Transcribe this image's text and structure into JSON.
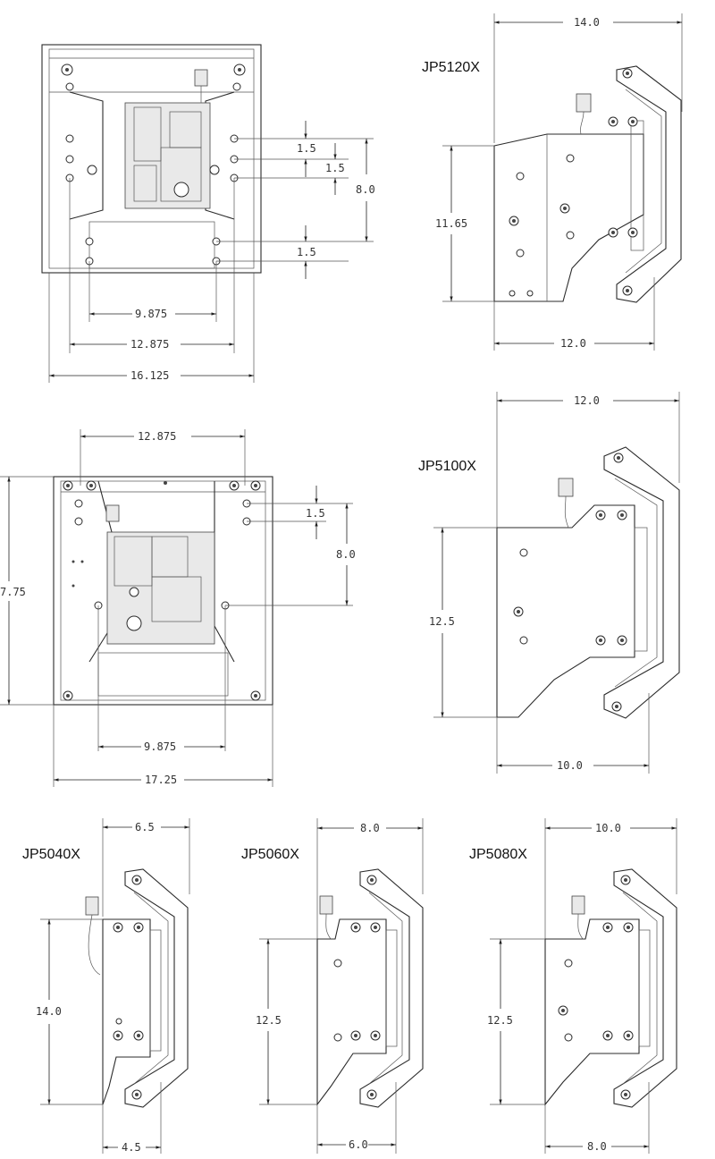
{
  "models": {
    "jp5120x": "JP5120X",
    "jp5100x": "JP5100X",
    "jp5040x": "JP5040X",
    "jp5060x": "JP5060X",
    "jp5080x": "JP5080X"
  },
  "dims": {
    "top_front": {
      "v1": "1.5",
      "v2": "1.5",
      "v3": "8.0",
      "v4": "1.5",
      "w1": "9.875",
      "w2": "12.875",
      "w3": "16.125"
    },
    "jp5120x": {
      "top": "14.0",
      "height": "11.65",
      "bottom": "12.0"
    },
    "mid_front": {
      "w_top": "12.875",
      "v1": "1.5",
      "v2": "8.0",
      "height": "7.75",
      "w1": "9.875",
      "w2": "17.25"
    },
    "jp5100x": {
      "top": "12.0",
      "height": "12.5",
      "bottom": "10.0"
    },
    "jp5040x": {
      "top": "6.5",
      "height": "14.0",
      "bottom": "4.5"
    },
    "jp5060x": {
      "top": "8.0",
      "height": "12.5",
      "bottom": "6.0"
    },
    "jp5080x": {
      "top": "10.0",
      "height": "12.5",
      "bottom": "8.0"
    }
  }
}
